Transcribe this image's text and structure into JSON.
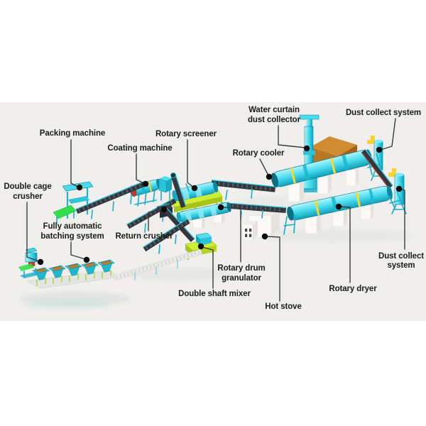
{
  "stage": {
    "page_color": "#ffffff",
    "background_color": "#f0efed"
  },
  "colors": {
    "machine_cyan": "#3fd9ec",
    "machine_cyan_dark": "#109fba",
    "accent_yellow_green": "#cdee33",
    "accent_yellow": "#ffd92a",
    "warehouse_orange": "#c98227",
    "accent_red": "#c23b2e",
    "belt_dark": "#31373c",
    "hopper_material_brown": "#b97c30",
    "label_text": "#1d1c1a",
    "callout_dot": "#0c0c0c"
  },
  "labels": {
    "packing": {
      "text": "Packing machine"
    },
    "coating": {
      "text": "Coating machine"
    },
    "screener": {
      "text": "Rotary screener"
    },
    "water_curtain": {
      "line1": "Water curtain",
      "line2": "dust collector"
    },
    "dust_top": {
      "text": "Dust collect system"
    },
    "cooler": {
      "text": "Rotary cooler"
    },
    "double_cage": {
      "line1": "Double cage",
      "line2": "crusher"
    },
    "batching": {
      "line1": "Fully automatic",
      "line2": "batching system"
    },
    "return_crusher": {
      "text": "Return crusher"
    },
    "granulator": {
      "line1": "Rotary drum",
      "line2": "granulator"
    },
    "mixer": {
      "text": "Double shaft mixer"
    },
    "hot_stove": {
      "text": "Hot stove"
    },
    "dryer": {
      "text": "Rotary dryer"
    },
    "dust_right": {
      "line1": "Dust collect",
      "line2": "system"
    }
  }
}
